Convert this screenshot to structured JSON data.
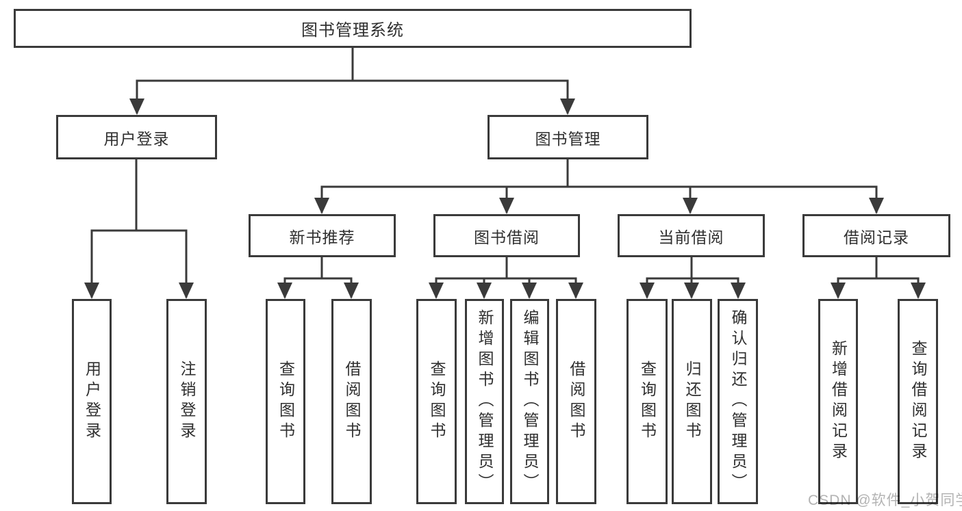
{
  "diagram": {
    "type": "tree",
    "title": "图书管理系统"
  },
  "colors": {
    "line": "#3a3a3a",
    "box_border": "#3a3a3a",
    "box_fill": "#ffffff",
    "text": "#2f2f2f",
    "watermark": "#b3b3b3",
    "background": "#ffffff"
  },
  "watermark": {
    "text": "CSDN @软件_小贺同学"
  },
  "hierarchy": {
    "label": "图书管理系统",
    "children": [
      {
        "label": "用户登录",
        "children": [
          {
            "label": "用户登录"
          },
          {
            "label": "注销登录"
          }
        ]
      },
      {
        "label": "图书管理",
        "children": [
          {
            "label": "新书推荐",
            "children": [
              {
                "label": "查询图书"
              },
              {
                "label": "借阅图书"
              }
            ]
          },
          {
            "label": "图书借阅",
            "children": [
              {
                "label": "查询图书"
              },
              {
                "label": "新增图书（管理员）"
              },
              {
                "label": "编辑图书（管理员）"
              },
              {
                "label": "借阅图书"
              }
            ]
          },
          {
            "label": "当前借阅",
            "children": [
              {
                "label": "查询图书"
              },
              {
                "label": "归还图书"
              },
              {
                "label": "确认归还（管理员）"
              }
            ]
          },
          {
            "label": "借阅记录",
            "children": [
              {
                "label": "新增借阅记录"
              },
              {
                "label": "查询借阅记录"
              }
            ]
          }
        ]
      }
    ]
  }
}
